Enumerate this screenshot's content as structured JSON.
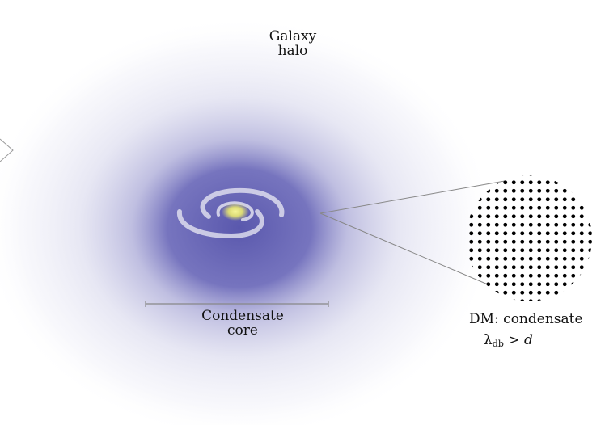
{
  "labels": {
    "halo_line1": "Galaxy",
    "halo_line2": "halo",
    "core_line1": "Condensate",
    "core_line2": "core",
    "dm_line1": "DM: condensate",
    "dm_lambda": "λ",
    "dm_sub": "db",
    "dm_rel": " > ",
    "dm_d": "d"
  },
  "colors": {
    "halo_inner": "#5e5cb0",
    "halo_outer": "#ffffff",
    "galaxy_core": "#f2f07a",
    "dots": "#000000",
    "lines": "#888888"
  }
}
